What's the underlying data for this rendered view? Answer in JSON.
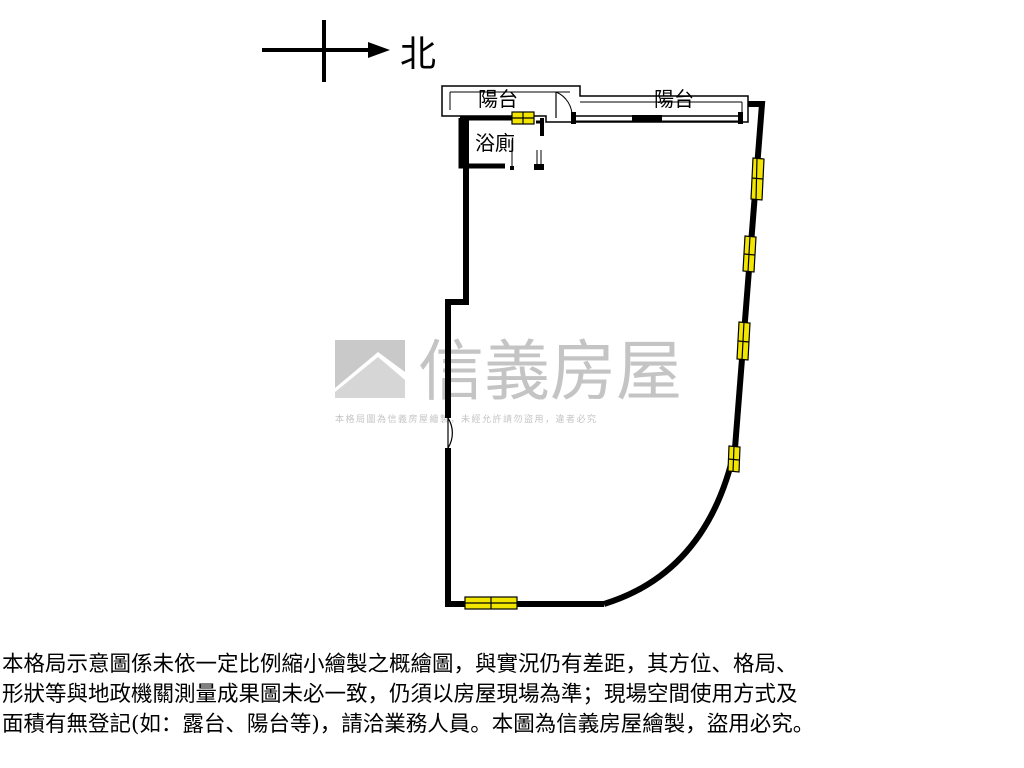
{
  "compass": {
    "label": "北"
  },
  "rooms": {
    "balcony_left": "陽台",
    "balcony_right": "陽台",
    "bathroom": "浴廁"
  },
  "watermark": {
    "brand": "信義房屋",
    "note": "本格局圖為信義房屋繪製，未經允許請勿盜用，違者必究"
  },
  "disclaimer": {
    "line1": "本格局示意圖係未依一定比例縮小繪製之概繪圖，與實況仍有差距，其方位、格局、",
    "line2": "形狀等與地政機關測量成果圖未必一致，仍須以房屋現場為準；現場空間使用方式及",
    "line3": "面積有無登記(如：露台、陽台等)，請洽業務人員。本圖為信義房屋繪製，盜用必究。"
  },
  "colors": {
    "wall": "#000000",
    "window_fill": "#f2e600",
    "watermark": "#c4c4c4"
  }
}
